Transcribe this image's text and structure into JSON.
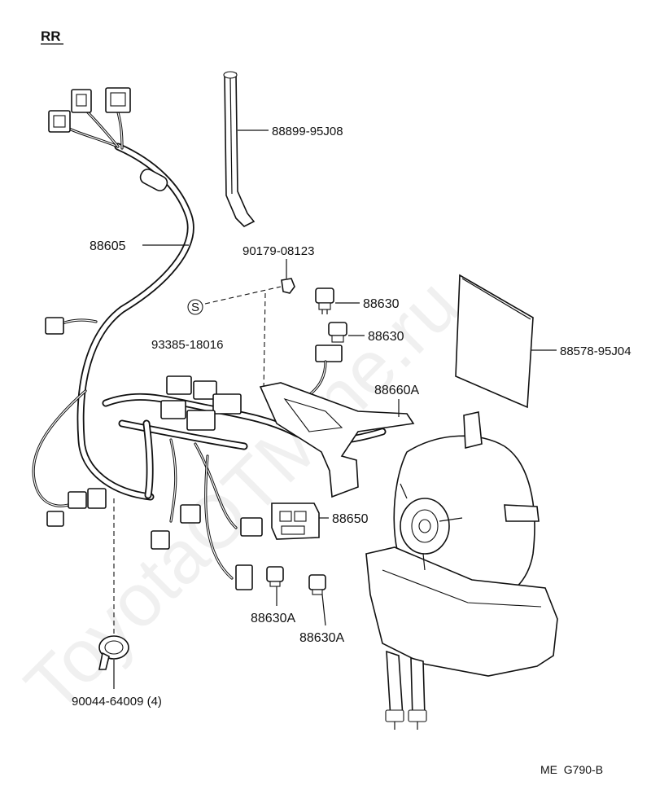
{
  "header": {
    "section_code": "RR"
  },
  "watermark": {
    "text": "ToyotaOTMine.ru"
  },
  "footer": {
    "diagram_code": "ME  G790-B"
  },
  "parts": [
    {
      "id": "p1",
      "number": "88899-95J08"
    },
    {
      "id": "p2",
      "number": "88605"
    },
    {
      "id": "p3",
      "number": "90179-08123"
    },
    {
      "id": "p4",
      "number": "93385-18016",
      "marker": "S"
    },
    {
      "id": "p5",
      "number": "88630"
    },
    {
      "id": "p6",
      "number": "88630"
    },
    {
      "id": "p7",
      "number": "88578-95J04"
    },
    {
      "id": "p8",
      "number": "88660A"
    },
    {
      "id": "p9",
      "number": "88650"
    },
    {
      "id": "p10",
      "number": "88630A"
    },
    {
      "id": "p11",
      "number": "88630A"
    },
    {
      "id": "p12",
      "number": "90044-64009 (4)"
    }
  ]
}
